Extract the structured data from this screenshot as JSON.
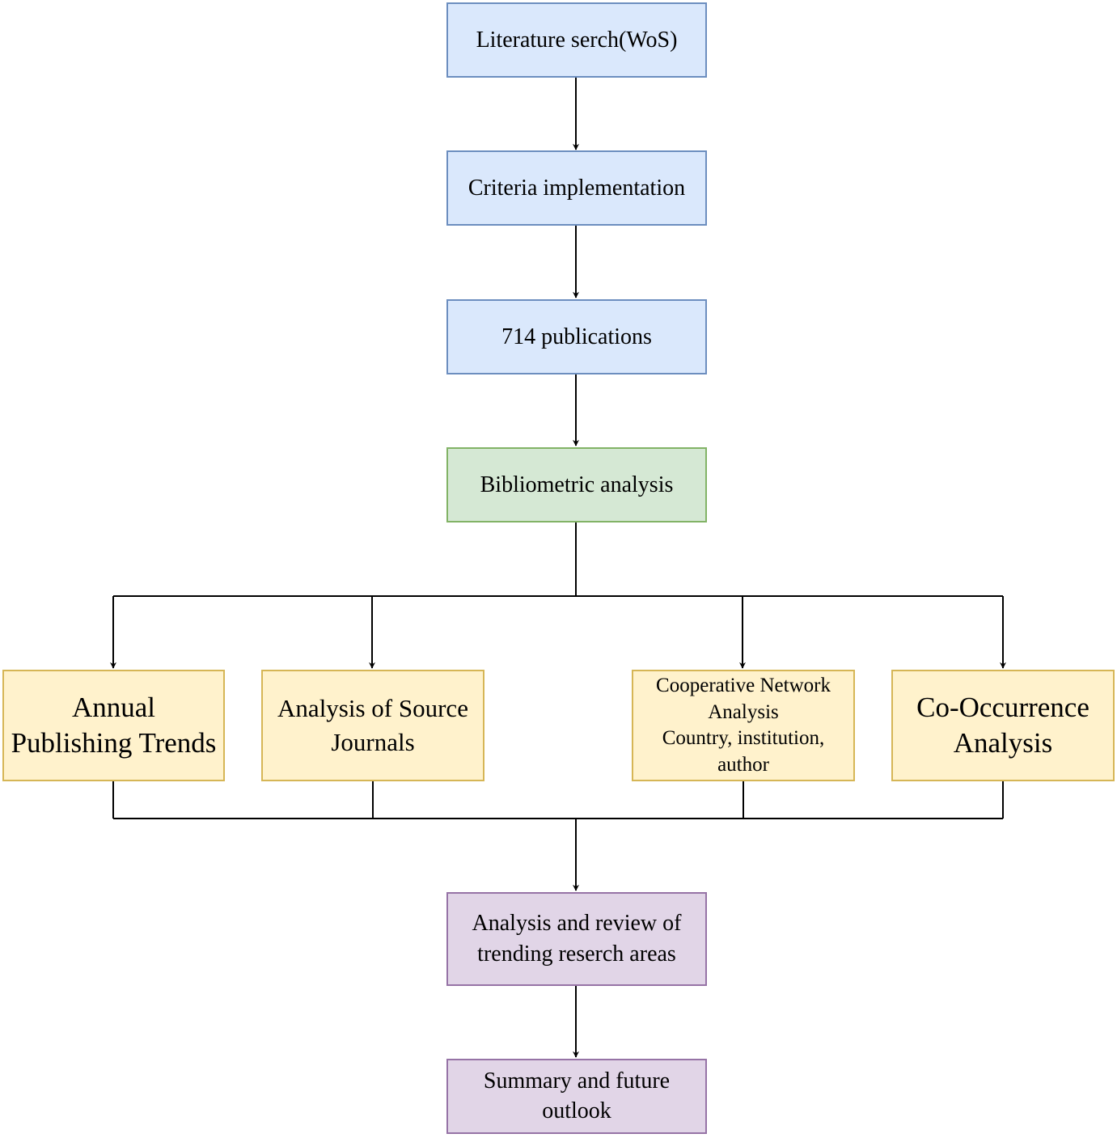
{
  "nodes": {
    "literature_search": "Literature serch(WoS)",
    "criteria": "Criteria implementation",
    "publications": "714 publications",
    "bibliometric": "Bibliometric analysis",
    "annual": [
      "Annual",
      "Publishing Trends"
    ],
    "source_journals": [
      "Analysis of Source",
      "Journals"
    ],
    "cooperative": [
      "Cooperative Network",
      "Analysis",
      "Country, institution,",
      "author"
    ],
    "cooccurrence": [
      "Co-Occurrence",
      "Analysis"
    ],
    "review": [
      "Analysis and review of",
      "trending reserch areas"
    ],
    "summary": [
      "Summary and future",
      "outlook"
    ]
  },
  "colors": {
    "blue_fill": "#dae8fc",
    "blue_stroke": "#6c8ebf",
    "green_fill": "#d5e8d4",
    "green_stroke": "#82b366",
    "yellow_fill": "#fff2cc",
    "yellow_stroke": "#d6b656",
    "purple_fill": "#e1d5e7",
    "purple_stroke": "#9673a6",
    "edge": "#000000"
  }
}
